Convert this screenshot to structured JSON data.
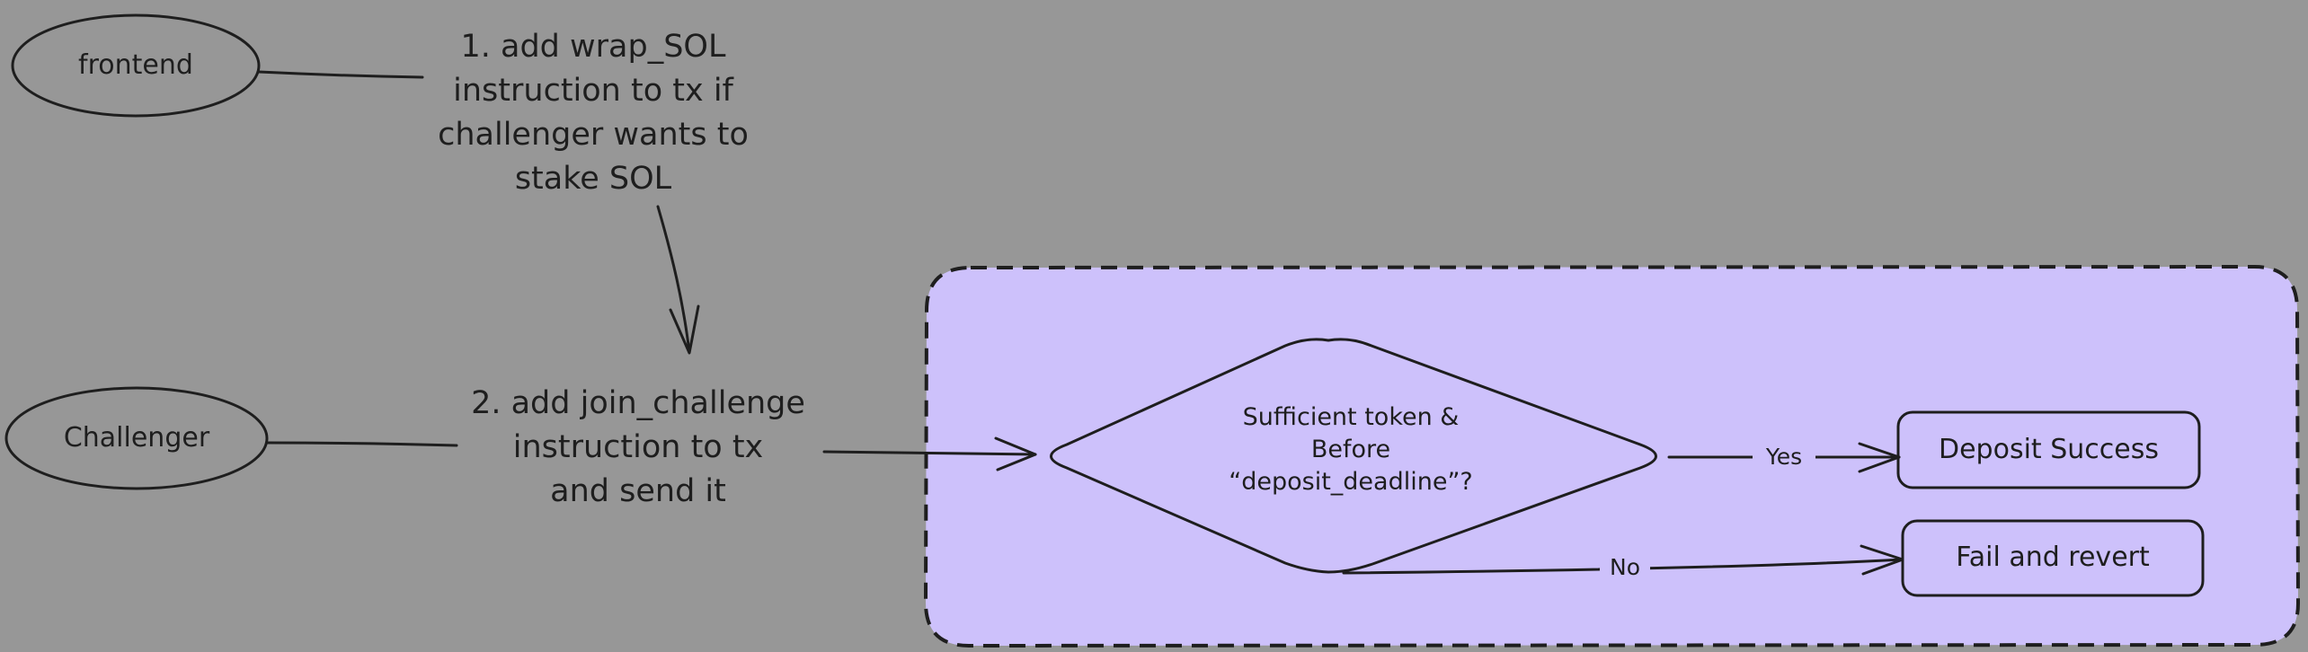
{
  "colors": {
    "background": "#979797",
    "frame_fill": "#cdc1fb",
    "stroke": "#1e1e1e"
  },
  "nodes": {
    "frontend": "frontend",
    "challenger": "Challenger",
    "step1": [
      "1. add wrap_SOL",
      "instruction to tx if",
      "challenger wants to",
      "stake SOL"
    ],
    "step2": [
      "2. add join_challenge",
      "instruction to tx",
      "and send it"
    ],
    "decision": [
      "Sufficient token &",
      "Before",
      "“deposit_deadline”?"
    ],
    "success": "Deposit Success",
    "fail": "Fail and revert"
  },
  "edges": {
    "yes": "Yes",
    "no": "No"
  }
}
